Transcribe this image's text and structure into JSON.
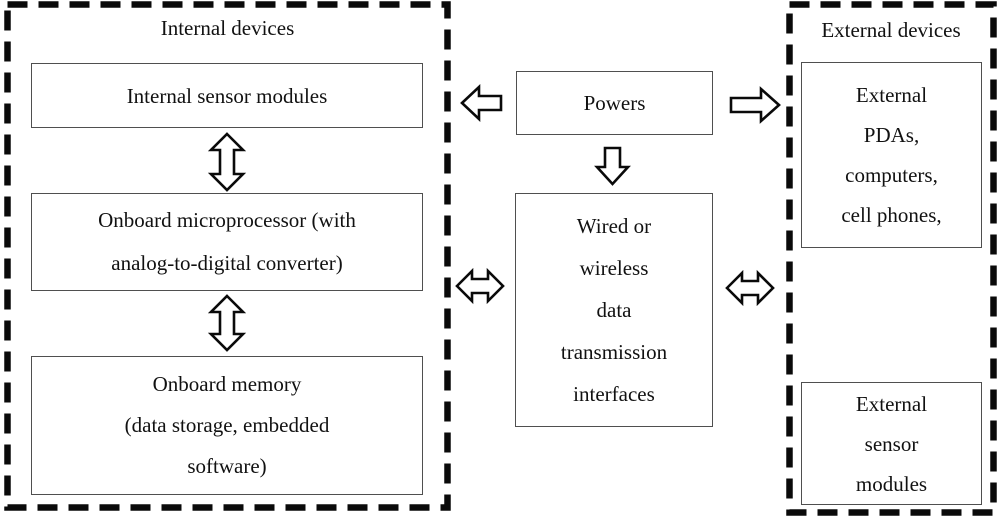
{
  "internal_panel": {
    "title": "Internal devices",
    "sensor_box": "Internal sensor modules",
    "microprocessor_box": "Onboard microprocessor (with\nanalog-to-digital converter)",
    "memory_box": "Onboard memory\n(data storage, embedded\nsoftware)"
  },
  "center_column": {
    "powers_box": "Powers",
    "transmission_box": "Wired or\nwireless\ndata\ntransmission\ninterfaces"
  },
  "external_panel": {
    "title": "External devices",
    "pda_box": "External\nPDAs,\ncomputers,\ncell phones,",
    "sensor_box": "External\nsensor\nmodules"
  },
  "icons": {
    "up_down_arrow": "up-down-block-arrow",
    "left_arrow": "left-block-arrow",
    "right_arrow": "right-block-arrow",
    "down_arrow": "down-block-arrow",
    "left_right_arrow": "left-right-block-arrow"
  },
  "colors": {
    "line": "#0a0a0a",
    "box_border": "#4f4f4f",
    "background": "#ffffff",
    "text": "#111111"
  }
}
